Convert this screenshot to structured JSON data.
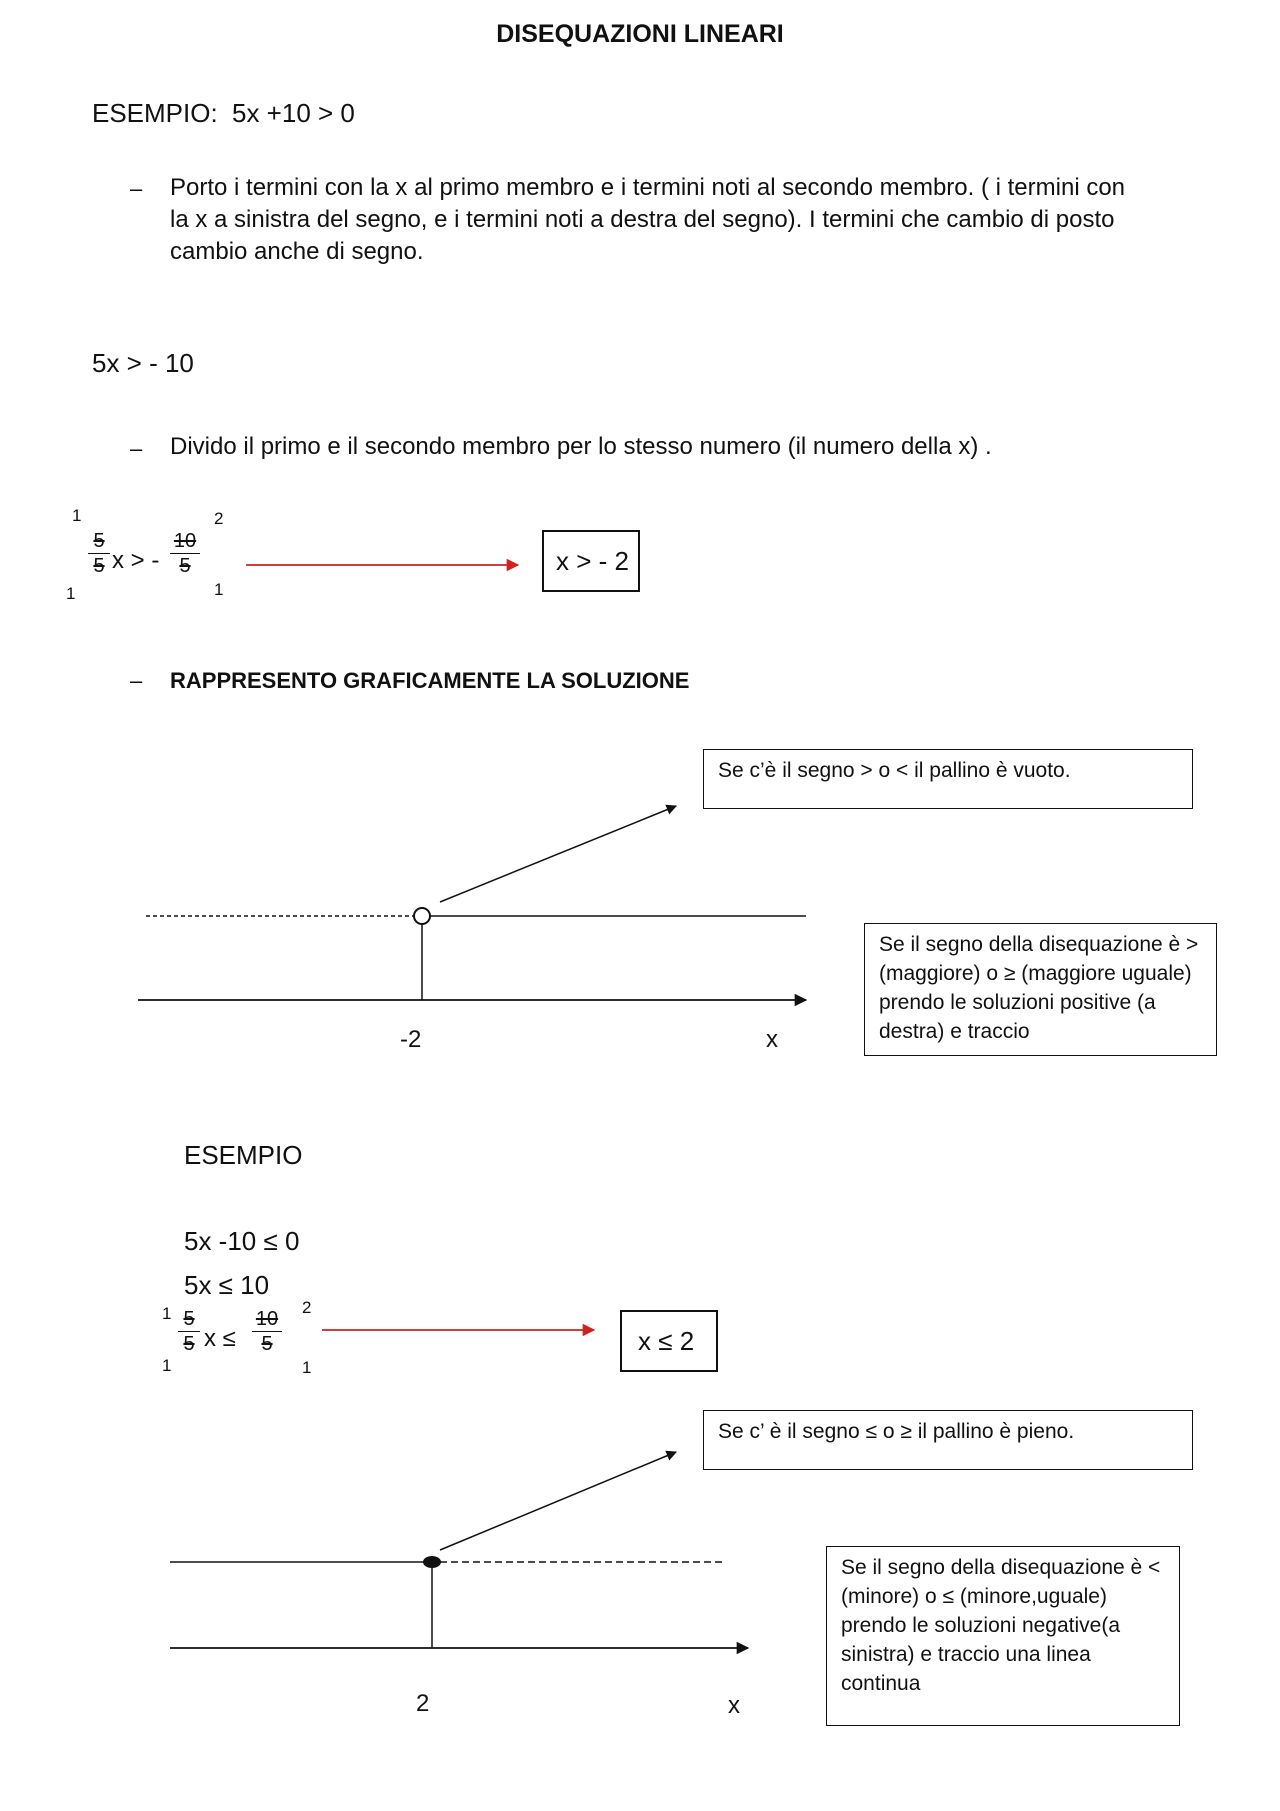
{
  "title": "DISEQUAZIONI LINEARI",
  "example1": {
    "heading": "ESEMPIO:",
    "equation": "5x +10 > 0",
    "bullet_marker": "–",
    "step1": "Porto i termini con la x al primo membro e i termini noti al secondo membro. ( i termini con la x a sinistra del segno, e i termini noti a destra del segno). I termini che cambio di posto cambio anche di segno.",
    "result1": "5x > - 10",
    "step2": "Divido il primo e il secondo membro per lo stesso numero (il numero della x) .",
    "fraction": {
      "small_top_left": "1",
      "small_bottom_left": "1",
      "small_top_right": "2",
      "small_bottom_right": "1",
      "num_left": "5",
      "den_left": "5",
      "middle": "x > -",
      "num_right": "10",
      "den_right": "5"
    },
    "solution": "x > - 2",
    "step3": "RAPPRESENTO GRAFICAMENTE LA SOLUZIONE",
    "note_top": "Se c’è il segno > o < il pallino è vuoto.",
    "note_side": "Se il segno della disequazione è > (maggiore) o ≥ (maggiore uguale)  prendo le soluzioni positive (a destra) e traccio",
    "axis_value": "-2",
    "axis_var": "x"
  },
  "example2": {
    "heading": "ESEMPIO",
    "line1": "5x -10 ≤ 0",
    "line2": "5x ≤ 10",
    "fraction": {
      "small_top_left": "1",
      "small_bottom_left": "1",
      "small_top_right": "2",
      "small_bottom_right": "1",
      "num_left": "5",
      "den_left": "5",
      "middle": "x ≤",
      "num_right": "10",
      "den_right": "5"
    },
    "solution": "x  ≤ 2",
    "note_top": "Se c’ è il segno ≤ o ≥ il pallino è pieno.",
    "note_side": "Se il segno della disequazione è < (minore) o  ≤ (minore,uguale) prendo le soluzioni negative(a sinistra) e traccio una linea continua",
    "axis_value": "2",
    "axis_var": "x"
  },
  "colors": {
    "arrow_red": "#cc2222",
    "ink": "#111111"
  }
}
